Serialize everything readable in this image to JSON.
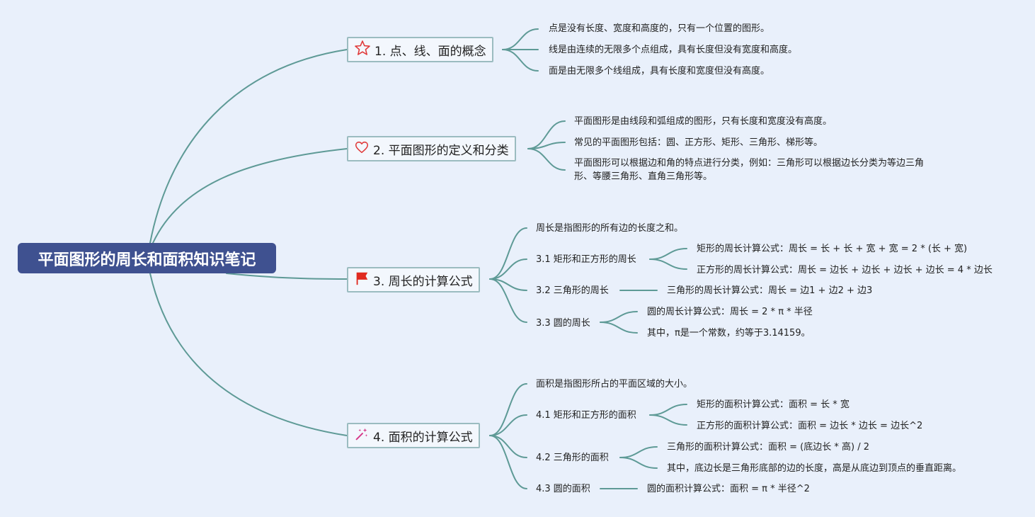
{
  "root": {
    "title": "平面图形的周长和面积知识笔记"
  },
  "branches": [
    {
      "title": "1. 点、线、面的概念",
      "icon": "star-outline-icon",
      "notes": [
        "点是没有长度、宽度和高度的，只有一个位置的图形。",
        "线是由连续的无限多个点组成，具有长度但没有宽度和高度。",
        "面是由无限多个线组成，具有长度和宽度但没有高度。"
      ]
    },
    {
      "title": "2. 平面图形的定义和分类",
      "icon": "heart-outline-icon",
      "notes": [
        "平面图形是由线段和弧组成的图形，只有长度和宽度没有高度。",
        "常见的平面图形包括：圆、正方形、矩形、三角形、梯形等。",
        "平面图形可以根据边和角的特点进行分类，例如：三角形可以根据边长分类为等边三角形、等腰三角形、直角三角形等。"
      ]
    },
    {
      "title": "3. 周长的计算公式",
      "icon": "red-flag-icon",
      "intro": "周长是指图形的所有边的长度之和。",
      "sub": [
        {
          "title": "3.1 矩形和正方形的周长",
          "notes": [
            "矩形的周长计算公式：周长 = 长 + 长 + 宽 + 宽 = 2 * (长 + 宽)",
            "正方形的周长计算公式：周长 = 边长 + 边长 + 边长 + 边长 = 4 * 边长"
          ]
        },
        {
          "title": "3.2 三角形的周长",
          "notes": [
            "三角形的周长计算公式：周长 = 边1 + 边2 + 边3"
          ]
        },
        {
          "title": "3.3 圆的周长",
          "notes": [
            "圆的周长计算公式：周长 = 2 * π * 半径",
            "其中，π是一个常数，约等于3.14159。"
          ]
        }
      ]
    },
    {
      "title": "4. 面积的计算公式",
      "icon": "magic-wand-sparkle-icon",
      "intro": "面积是指图形所占的平面区域的大小。",
      "sub": [
        {
          "title": "4.1 矩形和正方形的面积",
          "notes": [
            "矩形的面积计算公式：面积 = 长 * 宽",
            "正方形的面积计算公式：面积 = 边长 * 边长 = 边长^2"
          ]
        },
        {
          "title": "4.2 三角形的面积",
          "notes": [
            "三角形的面积计算公式：面积 = (底边长 * 高) / 2",
            "其中，底边长是三角形底部的边的长度，高是从底边到顶点的垂直距离。"
          ]
        },
        {
          "title": "4.3 圆的面积",
          "notes": [
            "圆的面积计算公式：面积 = π * 半径^2"
          ]
        }
      ]
    }
  ],
  "colors": {
    "background": "#e9f0fb",
    "root_fill": "#3f5190",
    "connector": "#5e9a96",
    "branch_border": "#9bbcc0",
    "flag": "#e02a20",
    "star_heart": "#e03a3a",
    "wand": "#d63a8a"
  }
}
